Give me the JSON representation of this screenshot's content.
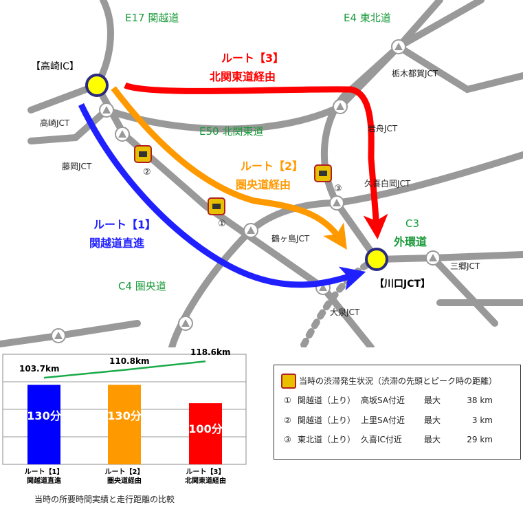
{
  "map": {
    "roads": {
      "e17": "E17 関越道",
      "e4": "E4 東北道",
      "e50": "E50 北関東道",
      "c4": "C4 圏央道",
      "c3_line1": "C3",
      "c3_line2": "外環道"
    },
    "places": {
      "takasaki_ic": "【高崎IC】",
      "kawaguchi_jct": "【川口JCT】"
    },
    "jcts": {
      "takasaki": "高崎JCT",
      "fujioka": "藤岡JCT",
      "tochigi_tsuga": "栃木都賀JCT",
      "iwafune": "岩舟JCT",
      "kuki_shirasaka": "久喜白岡JCT",
      "tsurugashima": "鶴ヶ島JCT",
      "misato": "三郷JCT",
      "oizumi": "大泉JCT"
    },
    "routes": [
      {
        "line1": "ルート【1】",
        "line2": "関越道直進",
        "color": "#2020ff"
      },
      {
        "line1": "ルート【2】",
        "line2": "圏央道経由",
        "color": "#ff9900"
      },
      {
        "line1": "ルート【3】",
        "line2": "北関東道経由",
        "color": "#ff0000"
      }
    ],
    "congestion_markers": [
      "①",
      "②",
      "③"
    ],
    "road_color": "#999999"
  },
  "chart_data": {
    "type": "bar",
    "title": "当時の所要時間実績と走行距離の比較",
    "categories": [
      [
        "ルート【1】",
        "関越道直進"
      ],
      [
        "ルート【2】",
        "圏央道経由"
      ],
      [
        "ルート【3】",
        "北関東道経由"
      ]
    ],
    "series": [
      {
        "name": "所要時間",
        "unit": "分",
        "values": [
          130,
          130,
          100
        ],
        "labels": [
          "130分",
          "130分",
          "100分"
        ],
        "colors": [
          "#0000ff",
          "#ff9900",
          "#ff0000"
        ]
      },
      {
        "name": "走行距離",
        "unit": "km",
        "values": [
          103.7,
          110.8,
          118.6
        ],
        "labels": [
          "103.7km",
          "110.8km",
          "118.6km"
        ],
        "color": "#1aaa4a"
      }
    ],
    "ylim": [
      0,
      180
    ]
  },
  "legend": {
    "title": "当時の渋滞発生状況（渋滞の先頭とピーク時の距離）",
    "rows": [
      {
        "no": "①",
        "road": "関越道（上り）",
        "place": "高坂SA付近",
        "max": "最大",
        "dist": "38 km"
      },
      {
        "no": "②",
        "road": "関越道（上り）",
        "place": "上里SA付近",
        "max": "最大",
        "dist": "3 km"
      },
      {
        "no": "③",
        "road": "東北道（上り）",
        "place": "久喜IC付近",
        "max": "最大",
        "dist": "29 km"
      }
    ]
  }
}
